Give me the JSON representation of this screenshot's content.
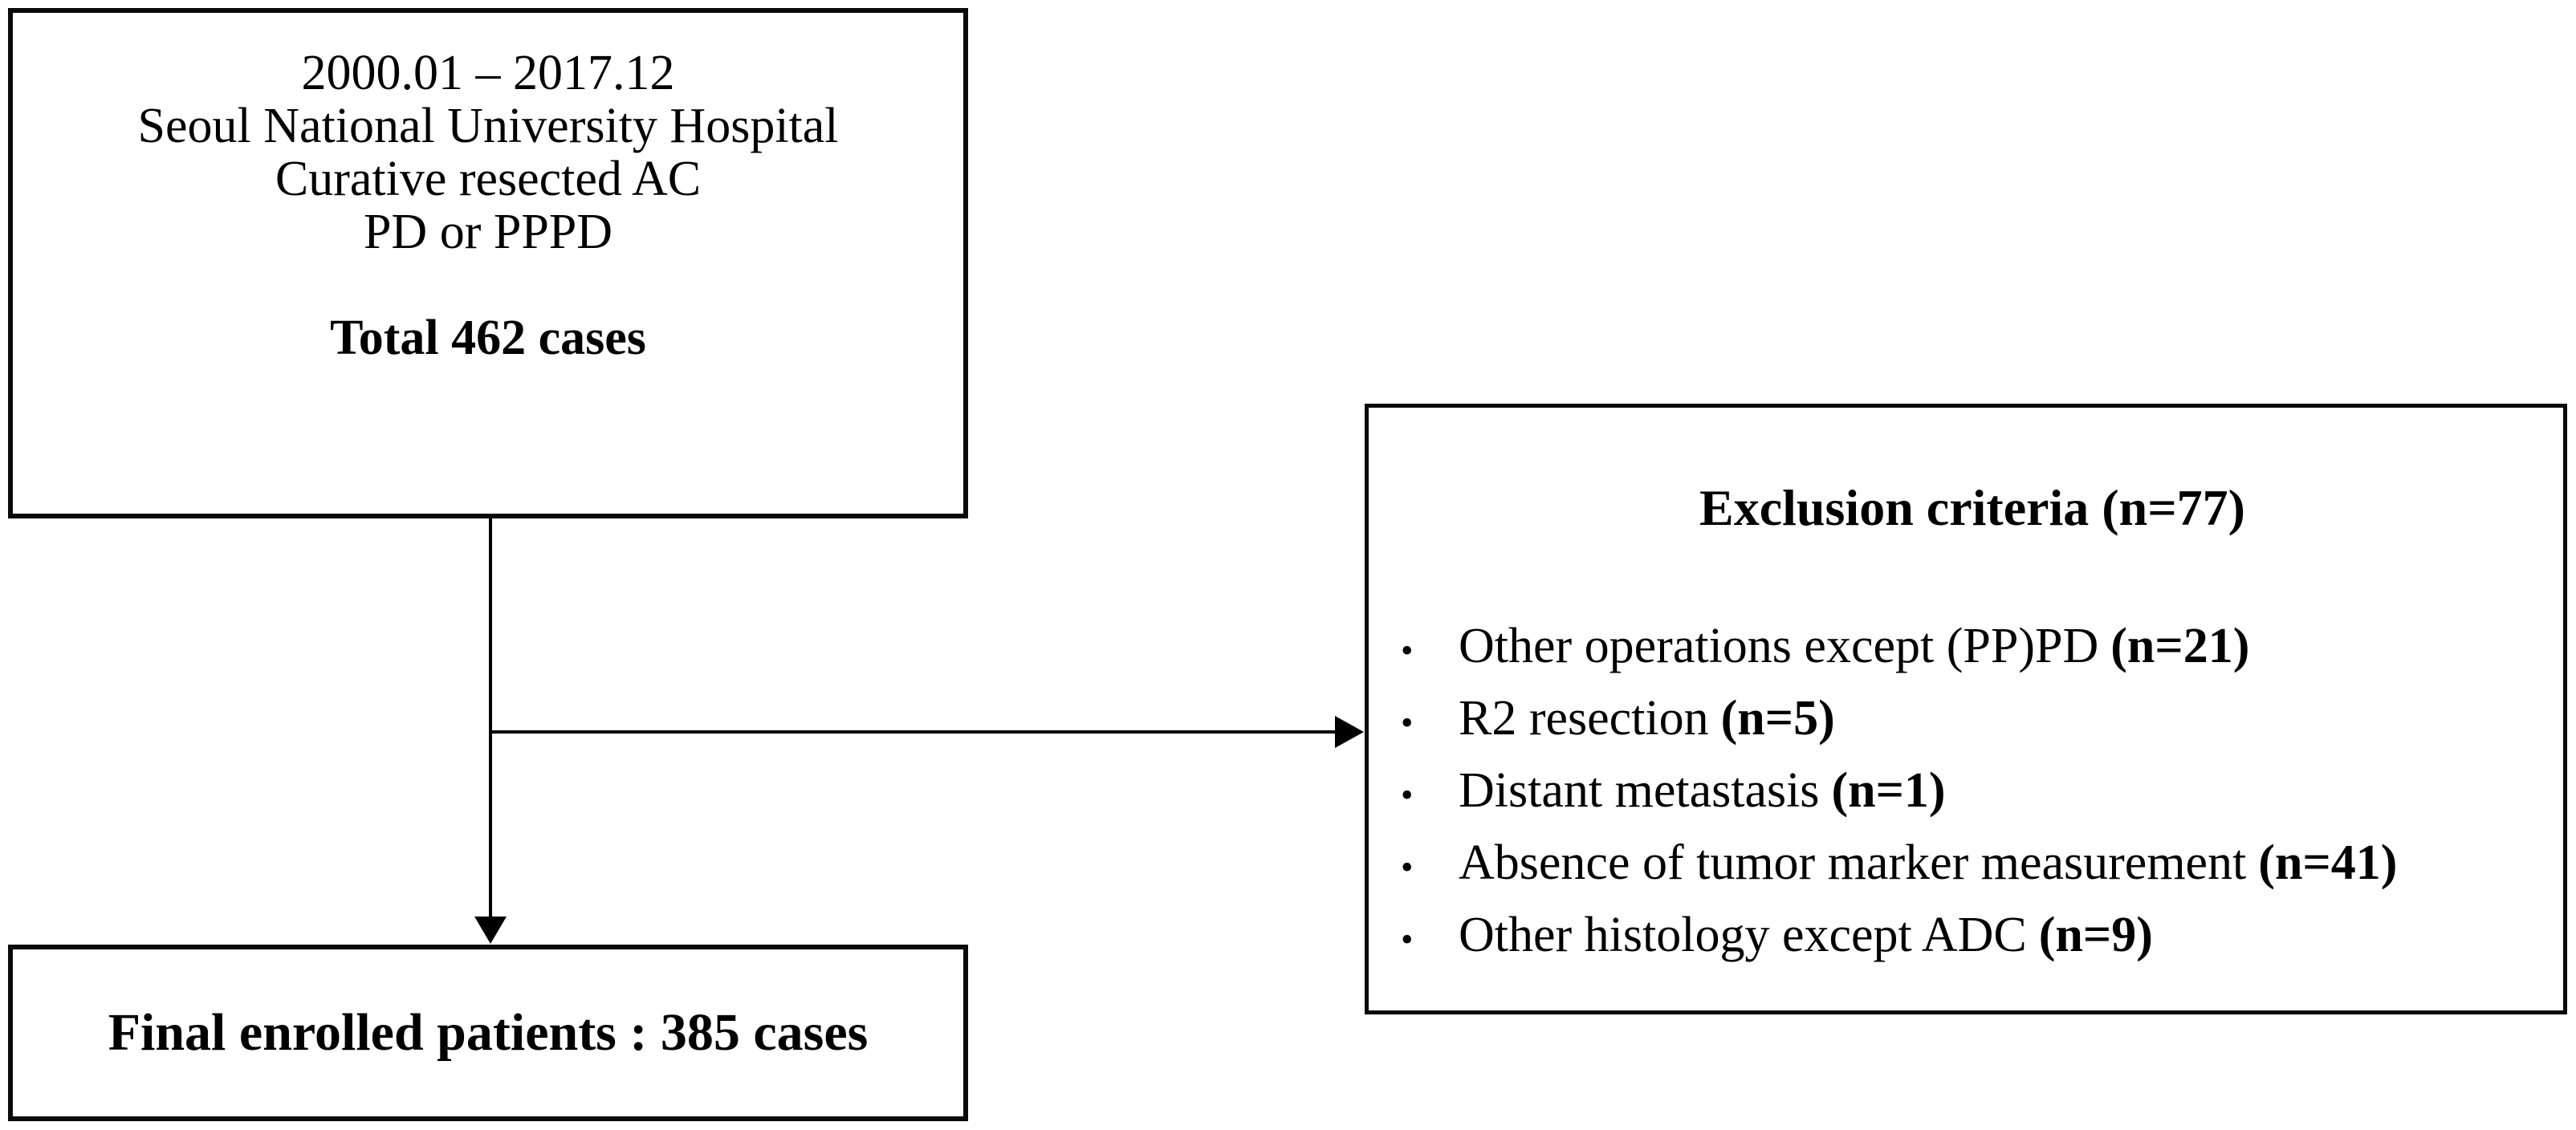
{
  "diagram": {
    "type": "patient-enrollment-flowchart",
    "colors": {
      "ink": "#000000",
      "background": "#ffffff"
    }
  },
  "top_box": {
    "lines": [
      "2000.01 – 2017.12",
      "Seoul National University Hospital",
      "Curative resected AC",
      "PD or PPPD"
    ],
    "total_label": "Total 462 cases"
  },
  "exclusion_box": {
    "title": "Exclusion criteria (n=77)",
    "bullet_glyph": "•",
    "items": [
      {
        "text": "Other operations except (PP)PD",
        "count": "(n=21)"
      },
      {
        "text": "R2 resection",
        "count": "(n=5)"
      },
      {
        "text": "Distant metastasis",
        "count": "(n=1)"
      },
      {
        "text": "Absence of tumor marker measurement",
        "count": "(n=41)"
      },
      {
        "text": "Other histology except ADC",
        "count": "(n=9)"
      }
    ]
  },
  "final_box": {
    "label": "Final enrolled patients : 385 cases"
  }
}
